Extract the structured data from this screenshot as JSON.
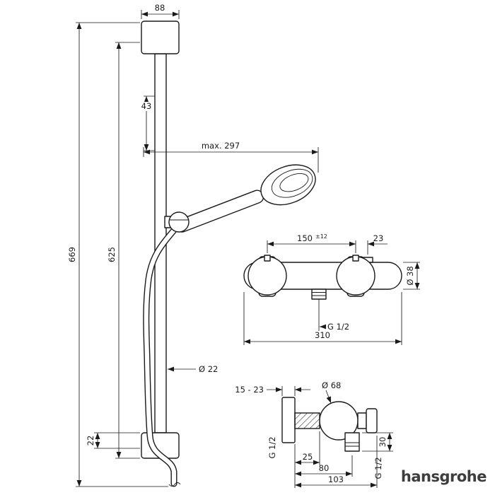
{
  "brand": {
    "logo": "hansgrohe"
  },
  "shower_bar": {
    "dim_bracket_width": "88",
    "dim_holder_offset": "43",
    "dim_max_reach": "max. 297",
    "dim_overall_height": "669",
    "dim_bar_length": "625",
    "dim_bottom_offset": "22",
    "dim_bar_diameter": "Ø 22"
  },
  "mixer_front": {
    "dim_connection_distance": "150",
    "dim_connection_tolerance": "±12",
    "dim_right_offset": "23",
    "dim_body_diameter": "Ø 38",
    "dim_outlet_thread": "G 1/2",
    "dim_overall_width": "310"
  },
  "mixer_side": {
    "dim_wall_distance": "15 - 23",
    "dim_escutcheon_diameter": "Ø 68",
    "dim_inlet_thread": "G 1/2",
    "dim_nipple_length": "25",
    "dim_outlet_distance": "80",
    "dim_overall_depth": "103",
    "dim_outlet_drop": "30",
    "dim_outlet_thread": "G 1/2"
  }
}
